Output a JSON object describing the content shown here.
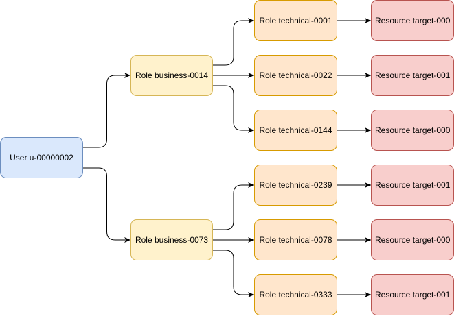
{
  "colors": {
    "user_fill": "#dae8fc",
    "user_stroke": "#6c8ebf",
    "business_fill": "#fff2cc",
    "business_stroke": "#d6b656",
    "technical_fill": "#ffe6cc",
    "technical_stroke": "#d79b00",
    "resource_fill": "#f8cecc",
    "resource_stroke": "#b85450",
    "edge": "#000000"
  },
  "user": {
    "label": "User u-00000002"
  },
  "business_roles": [
    {
      "label": "Role business-0014"
    },
    {
      "label": "Role business-0073"
    }
  ],
  "technical_roles": [
    {
      "label": "Role technical-0001"
    },
    {
      "label": "Role technical-0022"
    },
    {
      "label": "Role technical-0144"
    },
    {
      "label": "Role technical-0239"
    },
    {
      "label": "Role technical-0078"
    },
    {
      "label": "Role technical-0333"
    }
  ],
  "resources": [
    {
      "label": "Resource target-000"
    },
    {
      "label": "Resource target-001"
    },
    {
      "label": "Resource target-000"
    },
    {
      "label": "Resource target-001"
    },
    {
      "label": "Resource target-000"
    },
    {
      "label": "Resource target-001"
    }
  ],
  "edges": [
    {
      "from": "user",
      "to": "business-0"
    },
    {
      "from": "user",
      "to": "business-1"
    },
    {
      "from": "business-0",
      "to": "tech-0"
    },
    {
      "from": "business-0",
      "to": "tech-1"
    },
    {
      "from": "business-0",
      "to": "tech-2"
    },
    {
      "from": "business-1",
      "to": "tech-3"
    },
    {
      "from": "business-1",
      "to": "tech-4"
    },
    {
      "from": "business-1",
      "to": "tech-5"
    },
    {
      "from": "tech-0",
      "to": "res-0"
    },
    {
      "from": "tech-1",
      "to": "res-1"
    },
    {
      "from": "tech-2",
      "to": "res-2"
    },
    {
      "from": "tech-3",
      "to": "res-3"
    },
    {
      "from": "tech-4",
      "to": "res-4"
    },
    {
      "from": "tech-5",
      "to": "res-5"
    }
  ]
}
